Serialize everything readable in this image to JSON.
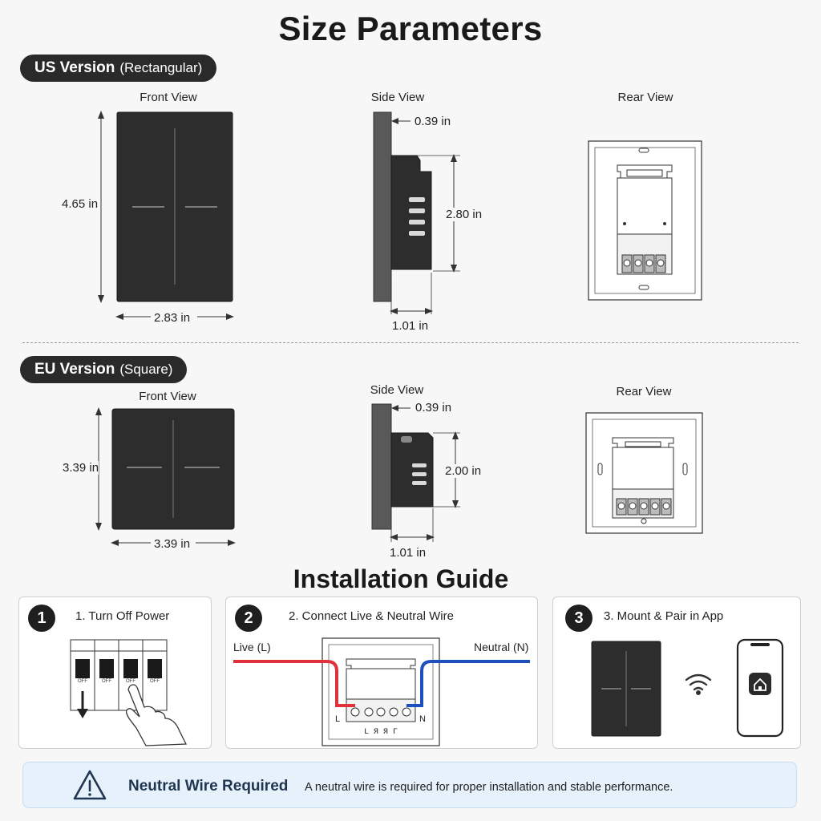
{
  "titles": {
    "size_parameters": "Size Parameters",
    "installation_guide": "Installation Guide"
  },
  "us": {
    "badge_bold": "US Version",
    "badge_note": "(Rectangular)",
    "front_view": "Front View",
    "side_view": "Side View",
    "rear_view": "Rear View",
    "height": "4.65 in",
    "width": "2.83 in",
    "plate_thickness": "0.39 in",
    "box_height": "2.80 in",
    "depth": "1.01 in"
  },
  "eu": {
    "badge_bold": "EU Version",
    "badge_note": "(Square)",
    "front_view": "Front View",
    "side_view": "Side View",
    "rear_view": "Rear View",
    "height": "3.39 in",
    "width": "3.39 in",
    "plate_thickness": "0.39 in",
    "box_height": "2.00 in",
    "depth": "1.01 in"
  },
  "steps": [
    {
      "number": "1",
      "title": "1. Turn Off Power"
    },
    {
      "number": "2",
      "title": "2. Connect Live & Neutral Wire"
    },
    {
      "number": "3",
      "title": "3. Mount & Pair in App"
    }
  ],
  "wiring": {
    "live_label": "Live (L)",
    "neutral_label": "Neutral (N)",
    "terminal_l": "L",
    "terminal_n": "N",
    "terminal_codes": "L  Я  Я  Г",
    "live_color": "#e0313a",
    "neutral_color": "#1f4fbf"
  },
  "breaker_labels": [
    "OFF",
    "OFF",
    "OFF",
    "OFF"
  ],
  "notice": {
    "title": "Neutral Wire Required",
    "text": "A neutral wire is required for proper installation and stable performance."
  },
  "icons": {
    "warning": "warning-triangle-icon",
    "wifi": "wifi-icon",
    "home": "smart-home-icon",
    "hand": "pointing-hand-icon"
  }
}
